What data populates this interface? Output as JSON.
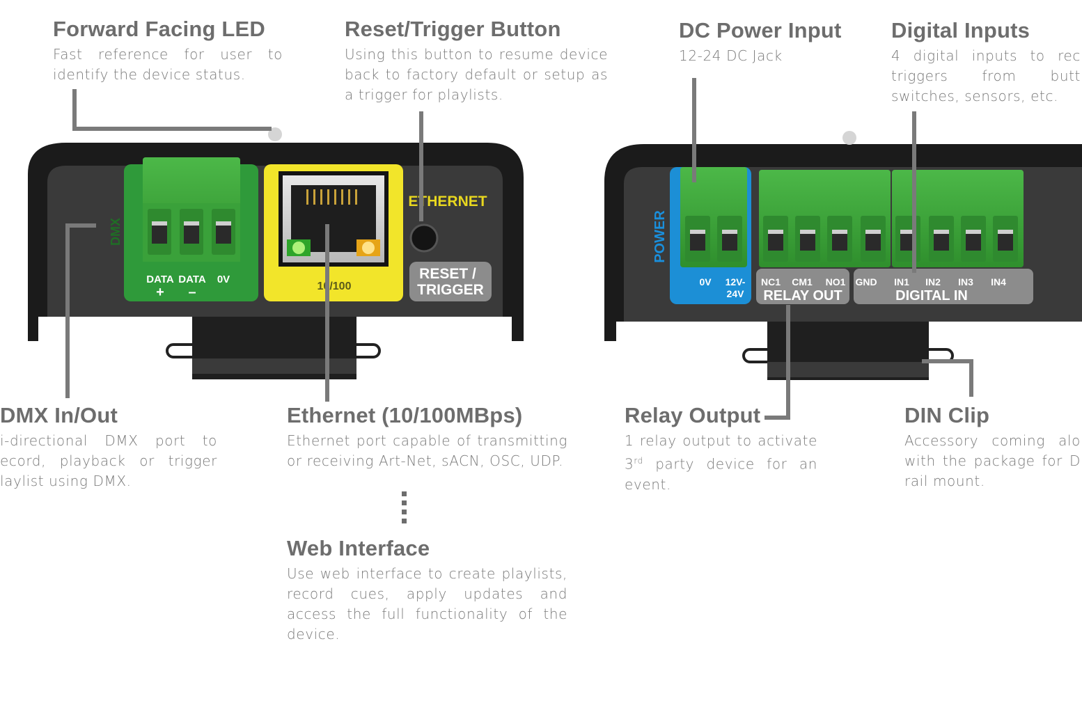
{
  "annotations": {
    "forward_led": {
      "title": "Forward Facing LED",
      "desc": "Fast reference for user to identify the device status."
    },
    "reset_trigger": {
      "title": "Reset/Trigger Button",
      "desc": "Using this button to resume device back to factory default or setup as a trigger for playlists."
    },
    "dc_power": {
      "title": "DC Power Input",
      "desc": "12-24 DC Jack"
    },
    "digital_inputs": {
      "title": "Digital Inputs",
      "desc": "4 digital inputs to rec triggers from butt switches, sensors, etc."
    },
    "dmx": {
      "title": "DMX In/Out",
      "desc": "i-directional DMX port to ecord, playback or trigger laylist using DMX."
    },
    "ethernet": {
      "title": "Ethernet (10/100MBps)",
      "desc": "Ethernet port capable of transmitting or receiving Art-Net, sACN, OSC, UDP."
    },
    "web_interface": {
      "title": "Web Interface",
      "desc": "Use web interface to create playlists, record cues, apply updates and access the full functionality of the device."
    },
    "relay_output": {
      "title": "Relay Output",
      "desc_pre": "1 relay output to activate 3",
      "desc_sup": "rd",
      "desc_post": " party device for an event."
    },
    "din_clip": {
      "title": "DIN Clip",
      "desc": "Accessory coming alo with the package for D rail mount."
    }
  },
  "device_left": {
    "dmx_label": "DMX",
    "pins": [
      "DATA",
      "DATA",
      "0V"
    ],
    "pin_signs": [
      "+",
      "–"
    ],
    "ethernet_label": "ETHERNET",
    "speed_label": "10/100",
    "reset_label_1": "RESET /",
    "reset_label_2": "TRIGGER"
  },
  "device_right": {
    "power_label": "POWER",
    "power_pins": [
      "0V",
      "12V-",
      "24V"
    ],
    "relay_pins": [
      "NC1",
      "CM1",
      "NO1"
    ],
    "relay_label": "RELAY OUT",
    "gnd_label": "GND",
    "in_pins": [
      "IN1",
      "IN2",
      "IN3",
      "IN4"
    ],
    "digital_label": "DIGITAL IN"
  },
  "colors": {
    "terminal_green": "#3fa63c",
    "dmx_panel": "#2f9a3a",
    "eth_panel": "#f2e52a",
    "power_panel": "#1c8fd6",
    "label_grey": "#8c8c8c",
    "case": "#1b1b1b",
    "face": "#3c3c3c",
    "leader": "#7a7a7a"
  }
}
